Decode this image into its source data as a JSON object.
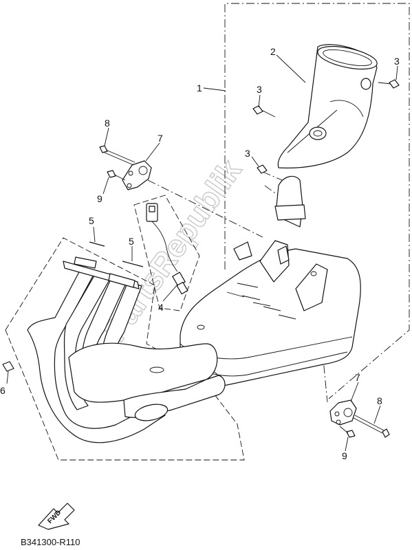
{
  "diagram": {
    "labels": {
      "p1": "1",
      "p2": "2",
      "p3a": "3",
      "p3b": "3",
      "p3c": "3",
      "p4": "4",
      "p5a": "5",
      "p5b": "5",
      "p6": "6",
      "p7a": "7",
      "p7b": "7",
      "p8a": "8",
      "p8b": "8",
      "p9a": "9",
      "p9b": "9"
    },
    "fwd_label": "FWD",
    "diagram_code": "B341300-R110",
    "watermark": "PartsRepublik"
  }
}
